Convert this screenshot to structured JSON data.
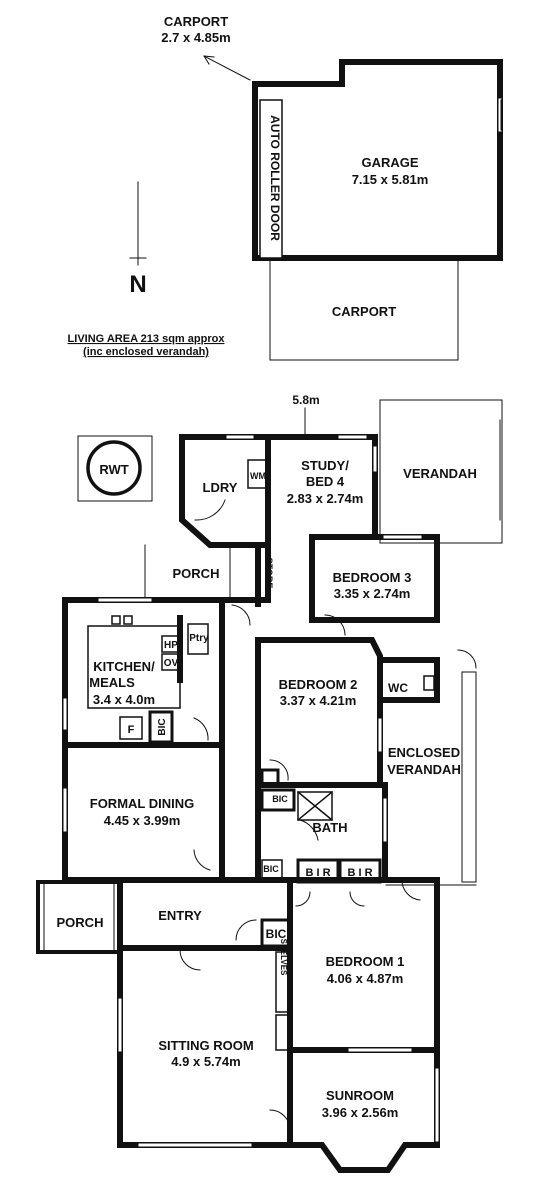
{
  "carport_top": {
    "name": "CARPORT",
    "size": "2.7 x 4.85m"
  },
  "auto_roller_door": "AUTO ROLLER DOOR",
  "garage": {
    "name": "GARAGE",
    "size": "7.15 x 5.81m"
  },
  "carport": "CARPORT",
  "north": "N",
  "living_area": {
    "line1": "LIVING AREA 213 sqm approx",
    "line2": "(inc enclosed verandah)"
  },
  "dimension": "5.8m",
  "rwt": "RWT",
  "ldry": "LDRY",
  "wm": "WM",
  "study": {
    "name1": "STUDY/",
    "name2": "BED 4",
    "size": "2.83 x 2.74m"
  },
  "verandah": "VERANDAH",
  "porch_top": "PORCH",
  "store": "STORE",
  "bedroom3": {
    "name": "BEDROOM 3",
    "size": "3.35 x 2.74m"
  },
  "kitchen": {
    "name1": "KITCHEN/",
    "name2": "MEALS",
    "size": "3.4 x 4.0m"
  },
  "hp": "HP",
  "ov": "OV",
  "ptry": "Ptry",
  "f": "F",
  "bic": "BIC",
  "bedroom2": {
    "name": "BEDROOM 2",
    "size": "3.37 x 4.21m"
  },
  "wc": "WC",
  "enclosed_verandah": {
    "line1": "ENCLOSED",
    "line2": "VERANDAH"
  },
  "formal_dining": {
    "name": "FORMAL DINING",
    "size": "4.45 x 3.99m"
  },
  "bath": "BATH",
  "bir": "B I R",
  "porch_side": "PORCH",
  "entry": "ENTRY",
  "bedroom1": {
    "name": "BEDROOM 1",
    "size": "4.06 x 4.87m"
  },
  "shelves": "SHELVES",
  "sitting": {
    "name": "SITTING ROOM",
    "size": "4.9 x 5.74m"
  },
  "sunroom": {
    "name": "SUNROOM",
    "size": "3.96 x 2.56m"
  }
}
